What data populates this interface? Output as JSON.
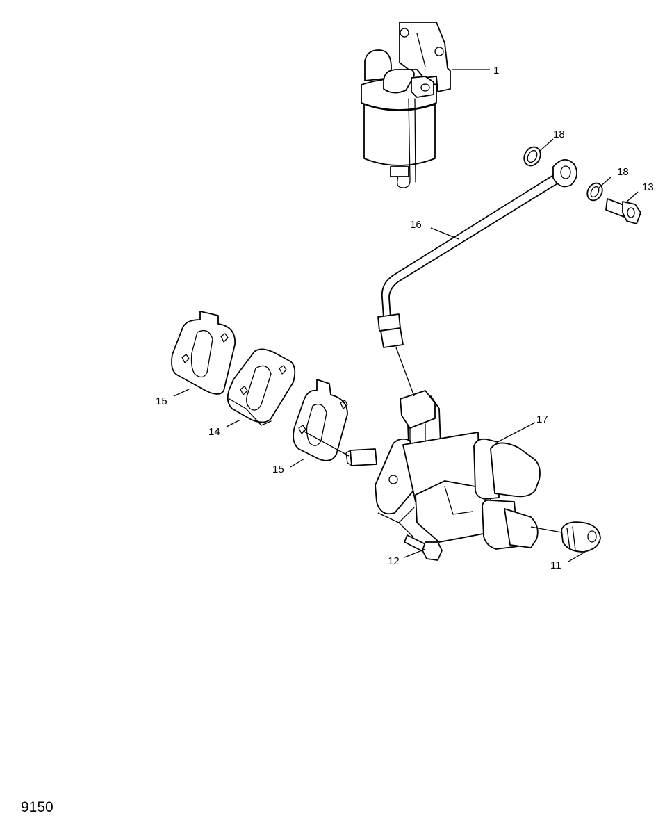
{
  "diagram": {
    "figure_number": "9150",
    "labels": {
      "part_1": "1",
      "part_18_a": "18",
      "part_18_b": "18",
      "part_13": "13",
      "part_16": "16",
      "part_15_a": "15",
      "part_14": "14",
      "part_15_b": "15",
      "part_17": "17",
      "part_12": "12",
      "part_11": "11"
    }
  }
}
